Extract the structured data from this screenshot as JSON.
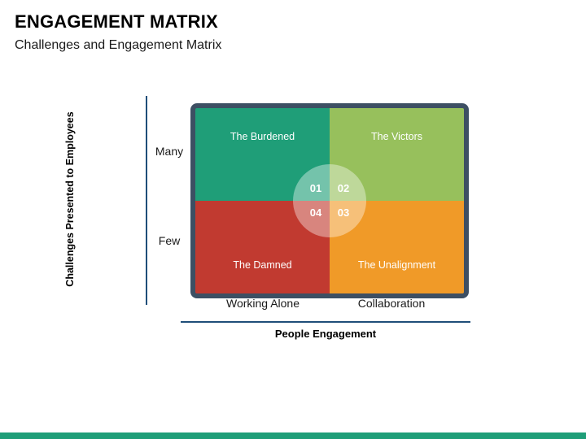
{
  "header": {
    "title": "ENGAGEMENT MATRIX",
    "subtitle": "Challenges and Engagement Matrix"
  },
  "chart_data": {
    "type": "table",
    "title": "Engagement Matrix",
    "xlabel": "People Engagement",
    "ylabel": "Challenges Presented to Employees",
    "x_categories": [
      "Working Alone",
      "Collaboration"
    ],
    "y_categories": [
      "Many",
      "Few"
    ],
    "grid": false,
    "legend": "none",
    "quadrants": [
      {
        "id": "01",
        "label": "The Burdened",
        "x": "Working Alone",
        "y": "Many",
        "position": "top-left",
        "color": "#1F9E78"
      },
      {
        "id": "02",
        "label": "The Victors",
        "x": "Collaboration",
        "y": "Many",
        "position": "top-right",
        "color": "#97C05C"
      },
      {
        "id": "03",
        "label": "The Unalignment",
        "x": "Collaboration",
        "y": "Few",
        "position": "bottom-right",
        "color": "#F09A28"
      },
      {
        "id": "04",
        "label": "The Damned",
        "x": "Working Alone",
        "y": "Few",
        "position": "bottom-left",
        "color": "#C13A30"
      }
    ]
  },
  "colors": {
    "burdened": "#1F9E78",
    "victors": "#97C05C",
    "unalignment": "#F09A28",
    "damned": "#C13A30",
    "frame": "#3D4F63",
    "axis": "#1F4E79",
    "footer_bar": "#1F9E78"
  }
}
